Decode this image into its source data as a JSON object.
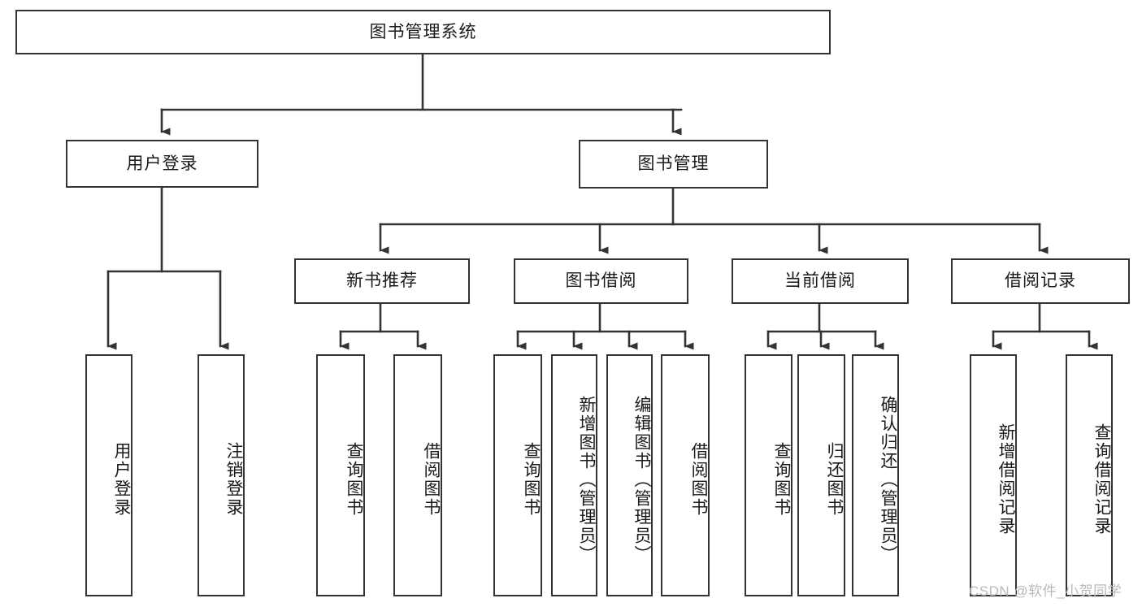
{
  "diagram": {
    "type": "tree-hierarchy",
    "title": "图书管理系统",
    "watermark": "CSDN @软件_小贺同学",
    "colors": {
      "box_border": "#333333",
      "box_fill": "#ffffff",
      "connector": "#333333",
      "text": "#1a1a1a",
      "watermark": "#b9b9b9",
      "background": "#ffffff"
    },
    "root": {
      "id": "root",
      "label": "图书管理系统"
    },
    "level1": [
      {
        "id": "user-login",
        "label": "用户登录"
      },
      {
        "id": "book-management",
        "label": "图书管理"
      }
    ],
    "level2": [
      {
        "id": "new-book-recommend",
        "label": "新书推荐",
        "parent": "book-management"
      },
      {
        "id": "book-borrow",
        "label": "图书借阅",
        "parent": "book-management"
      },
      {
        "id": "current-borrow",
        "label": "当前借阅",
        "parent": "book-management"
      },
      {
        "id": "borrow-record",
        "label": "借阅记录",
        "parent": "book-management"
      }
    ],
    "leaves": {
      "user-login": [
        {
          "id": "leaf-user-login",
          "label": "用户登录"
        },
        {
          "id": "leaf-user-logout",
          "label": "注销登录"
        }
      ],
      "new-book-recommend": [
        {
          "id": "leaf-query-book-1",
          "label": "查询图书"
        },
        {
          "id": "leaf-borrow-book-1",
          "label": "借阅图书"
        }
      ],
      "book-borrow": [
        {
          "id": "leaf-query-book-2",
          "label": "查询图书"
        },
        {
          "id": "leaf-add-book",
          "label": "新增图书（管理员）"
        },
        {
          "id": "leaf-edit-book",
          "label": "编辑图书（管理员）"
        },
        {
          "id": "leaf-borrow-book-2",
          "label": "借阅图书"
        }
      ],
      "current-borrow": [
        {
          "id": "leaf-query-book-3",
          "label": "查询图书"
        },
        {
          "id": "leaf-return-book",
          "label": "归还图书"
        },
        {
          "id": "leaf-confirm-return",
          "label": "确认归还（管理员）"
        }
      ],
      "borrow-record": [
        {
          "id": "leaf-add-record",
          "label": "新增借阅记录"
        },
        {
          "id": "leaf-query-record",
          "label": "查询借阅记录"
        }
      ]
    }
  }
}
